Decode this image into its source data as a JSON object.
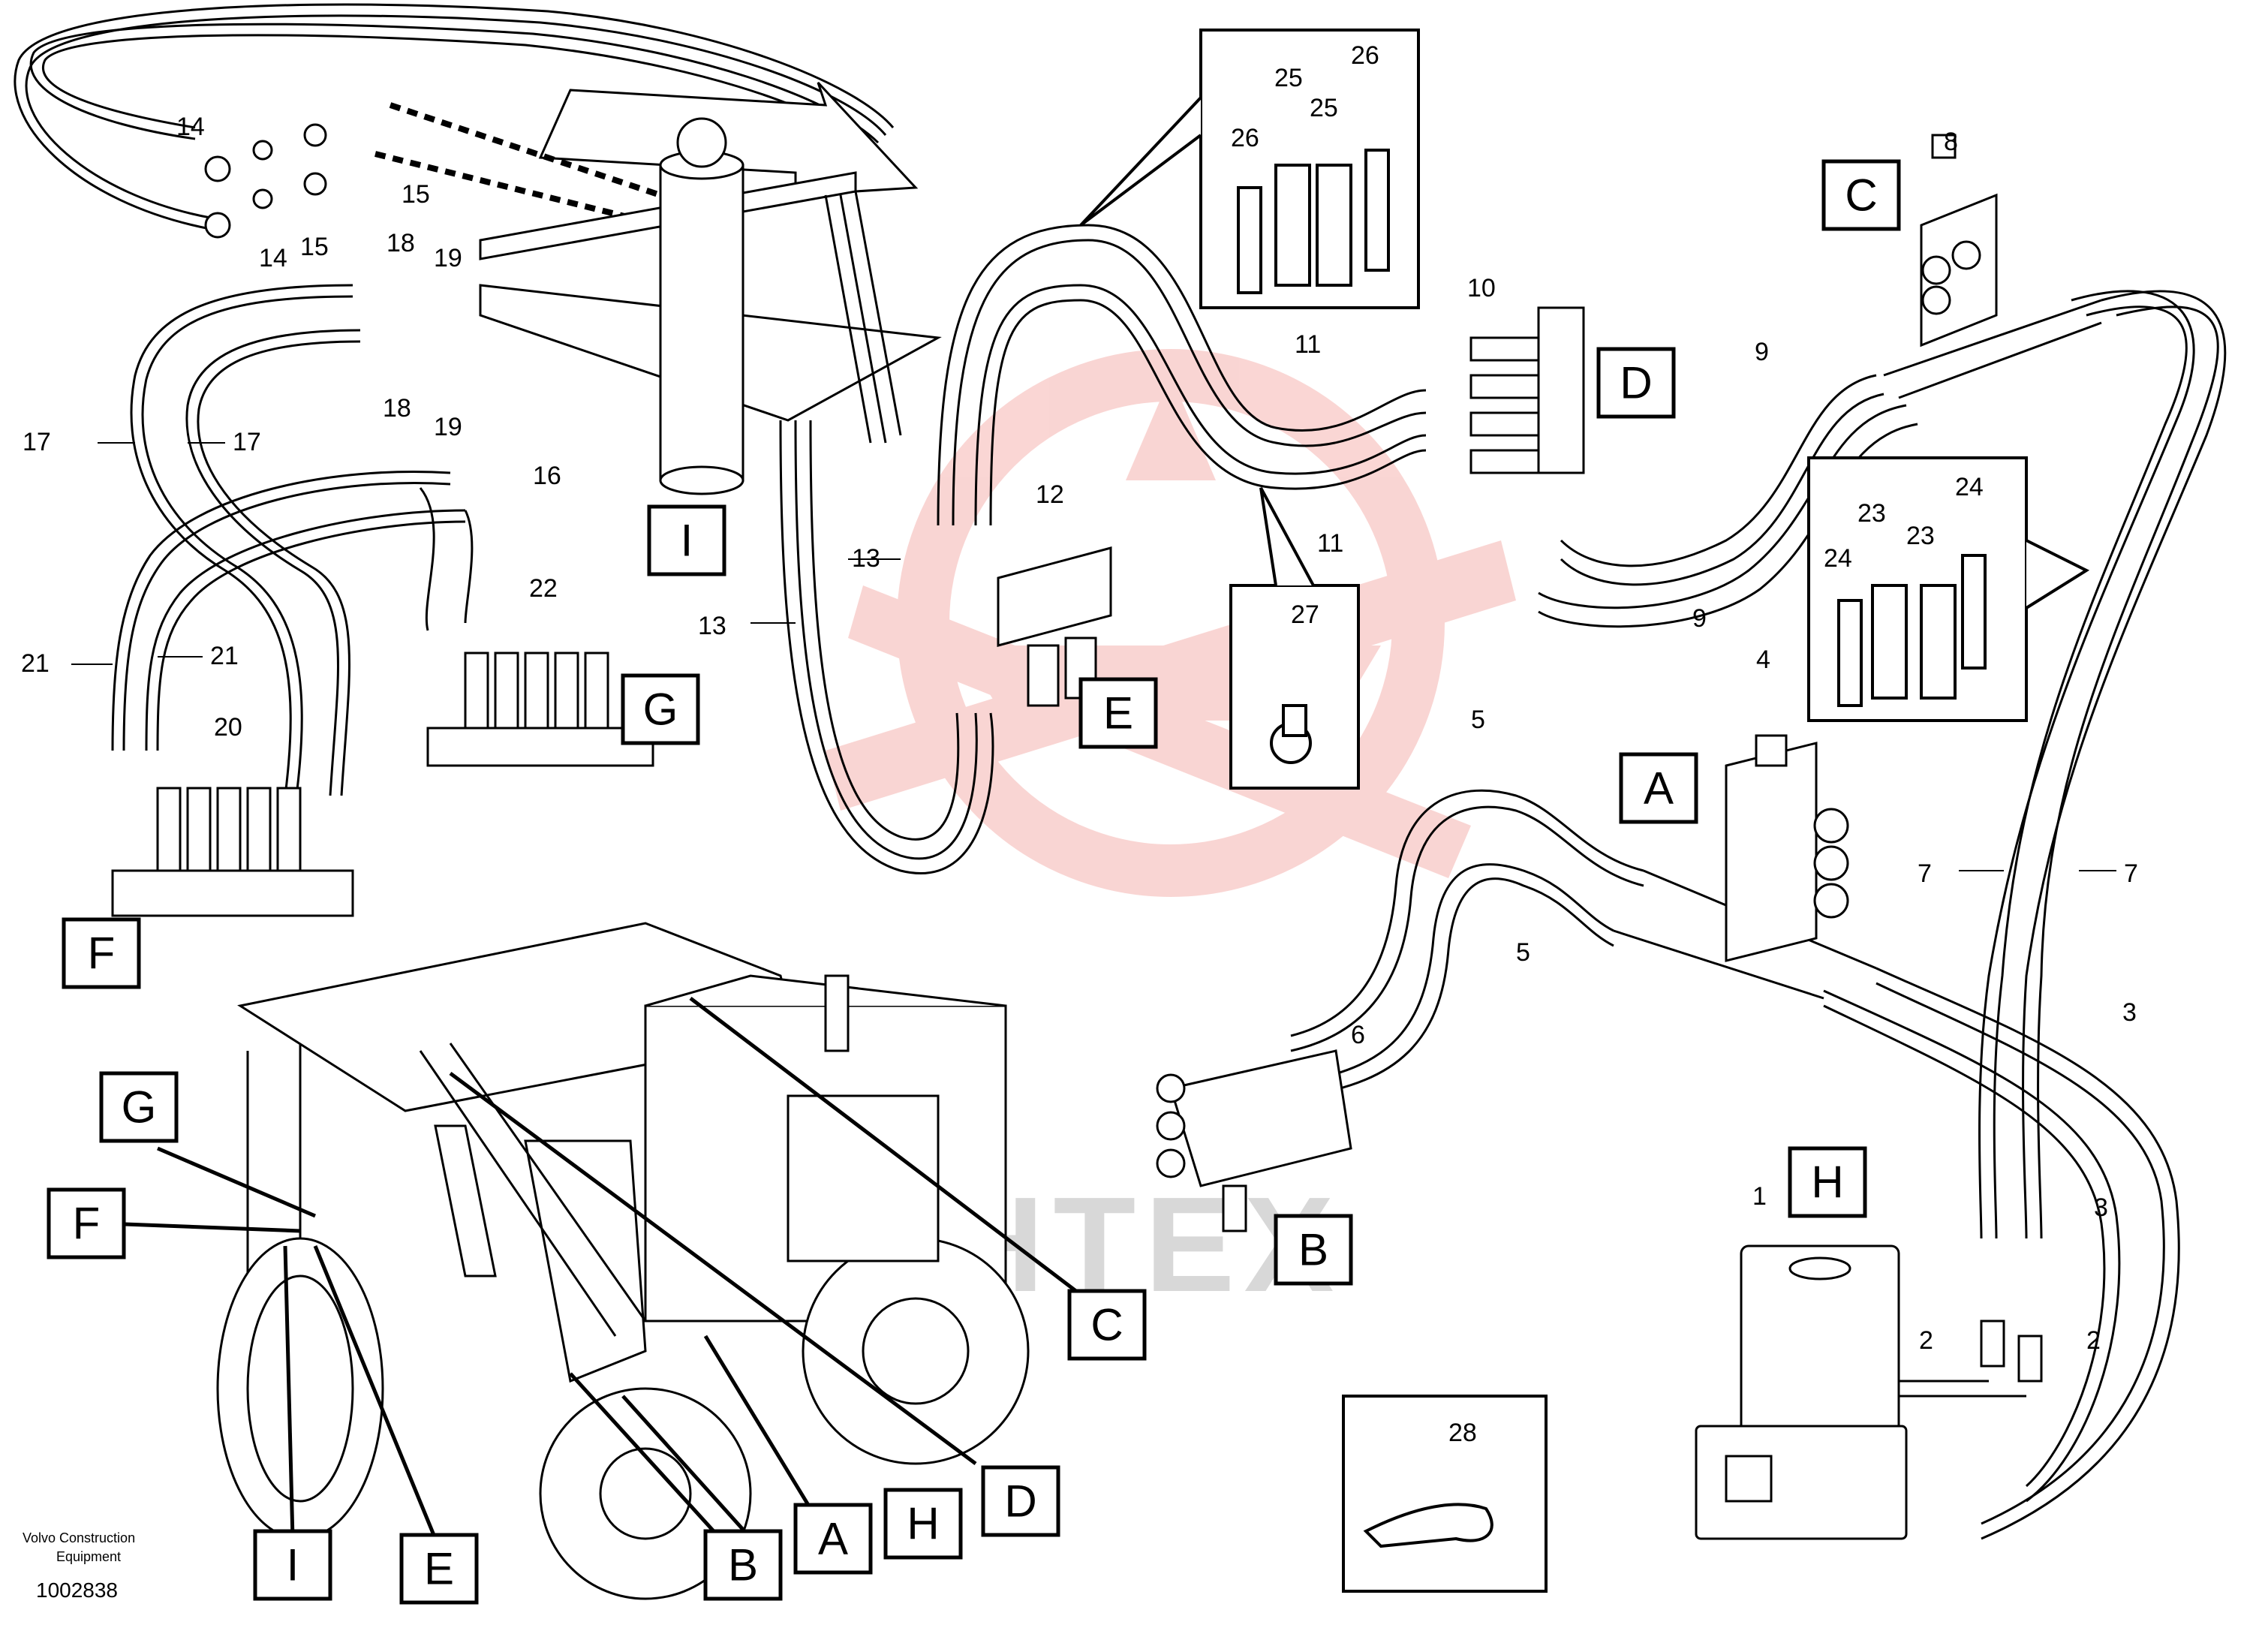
{
  "diagram": {
    "publisher_line1": "Volvo Construction",
    "publisher_line2": "Equipment",
    "drawing_number": "1002838",
    "watermark_text": "ИНТЕХ",
    "watermark_color": "#e8463c",
    "callout_numbers": {
      "n1": "1",
      "n2a": "2",
      "n2b": "2",
      "n3a": "3",
      "n3b": "3",
      "n4": "4",
      "n5a": "5",
      "n5b": "5",
      "n6": "6",
      "n7a": "7",
      "n7b": "7",
      "n8": "8",
      "n9a": "9",
      "n9b": "9",
      "n10": "10",
      "n11a": "11",
      "n11b": "11",
      "n12": "12",
      "n13a": "13",
      "n13b": "13",
      "n14a": "14",
      "n14b": "14",
      "n15a": "15",
      "n15b": "15",
      "n16": "16",
      "n17a": "17",
      "n17b": "17",
      "n18a": "18",
      "n18b": "18",
      "n19a": "19",
      "n19b": "19",
      "n20": "20",
      "n21a": "21",
      "n21b": "21",
      "n22": "22",
      "n23a": "23",
      "n23b": "23",
      "n24a": "24",
      "n24b": "24",
      "n25a": "25",
      "n25b": "25",
      "n26a": "26",
      "n26b": "26",
      "n27": "27",
      "n28": "28"
    },
    "section_letters": {
      "A": "A",
      "B": "B",
      "C": "C",
      "D": "D",
      "E": "E",
      "F": "F",
      "G": "G",
      "H": "H",
      "I": "I",
      "A2": "A",
      "B2": "B",
      "C2": "C",
      "D2": "D",
      "E2": "E",
      "F2": "F",
      "G2": "G",
      "H2": "H",
      "I2": "I"
    }
  }
}
